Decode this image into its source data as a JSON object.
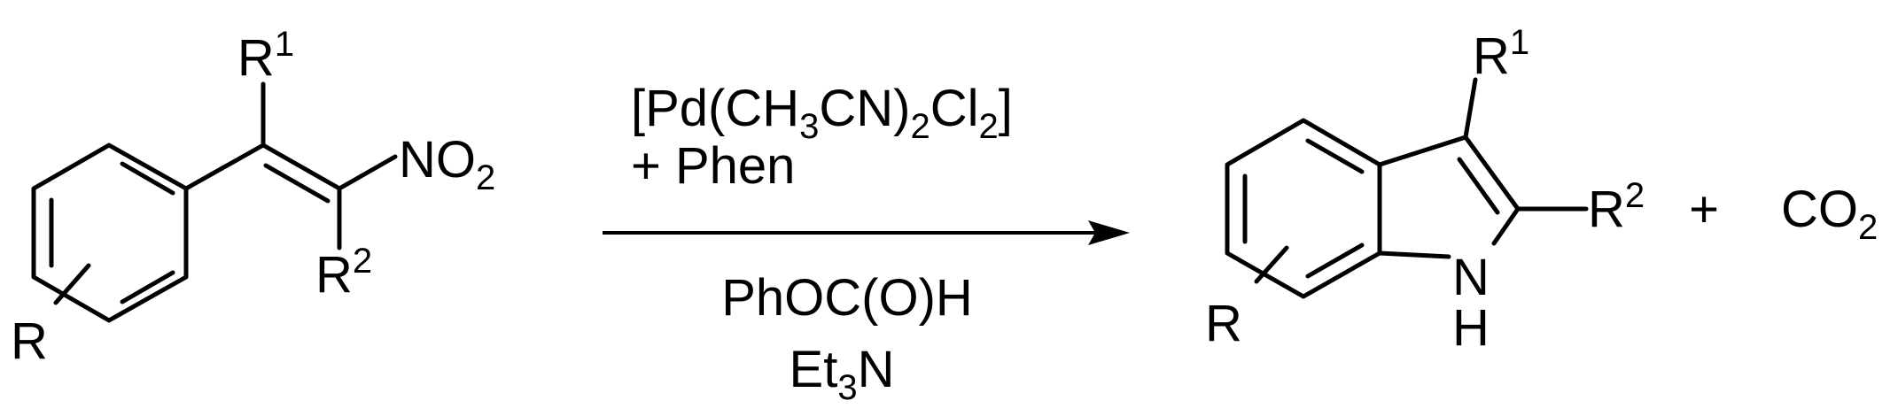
{
  "reactant": {
    "r1": "R",
    "r1_sup": "1",
    "no2_main": "NO",
    "no2_sub": "2",
    "r2": "R",
    "r2_sup": "2",
    "r": "R"
  },
  "conditions": {
    "above_line1": {
      "a": "[Pd(CH",
      "a_sub": "3",
      "b": "CN)",
      "b_sub": "2",
      "c": "Cl",
      "c_sub": "2",
      "d": "]"
    },
    "above_line2": "+ Phen",
    "below_line1": "PhOC(O)H",
    "below_line2": {
      "a": "Et",
      "a_sub": "3",
      "b": "N"
    }
  },
  "product": {
    "r1": "R",
    "r1_sup": "1",
    "r2": "R",
    "r2_sup": "2",
    "r": "R",
    "n": "N",
    "h": "H"
  },
  "plus": "+",
  "co2": {
    "main": "CO",
    "sub": "2"
  }
}
